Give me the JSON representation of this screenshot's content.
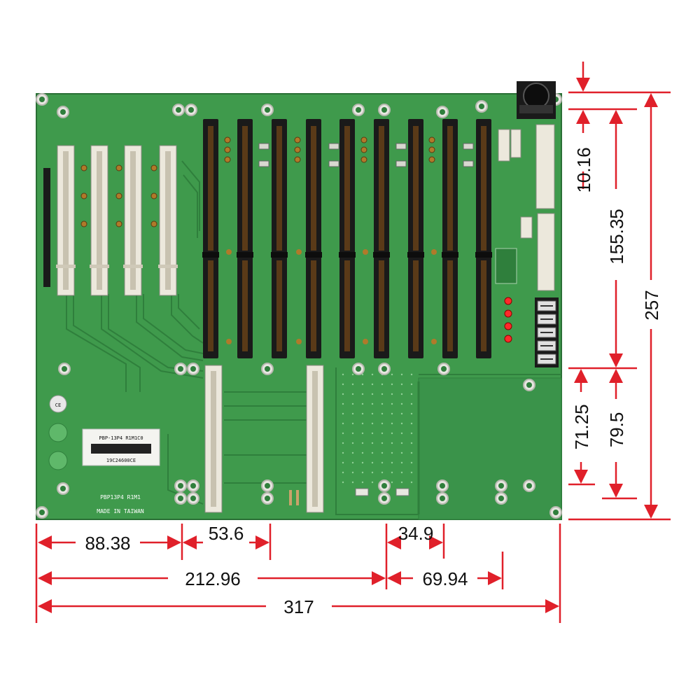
{
  "board": {
    "label_model": "PBP-13P4 R1M1C0",
    "label_barcode": "19C24600CE",
    "silk_model": "PBP13P4 R1M1",
    "silk_origin": "MADE IN TAIWAN",
    "ce_mark": "CE"
  },
  "dimensions_bottom": {
    "d1": "88.38",
    "d2": "53.6",
    "d3": "34.9",
    "d4": "212.96",
    "d5": "69.94",
    "d6": "317"
  },
  "dimensions_right": {
    "r1": "10.16",
    "r2": "155.35",
    "r3": "257",
    "r4": "71.25",
    "r5": "79.5"
  },
  "colors": {
    "pcb": "#3f9a4c",
    "pcb_dark": "#2f7f3c",
    "dimension": "#e0202a",
    "slot_black": "#1a1a1a",
    "slot_white": "#ece8dc"
  }
}
